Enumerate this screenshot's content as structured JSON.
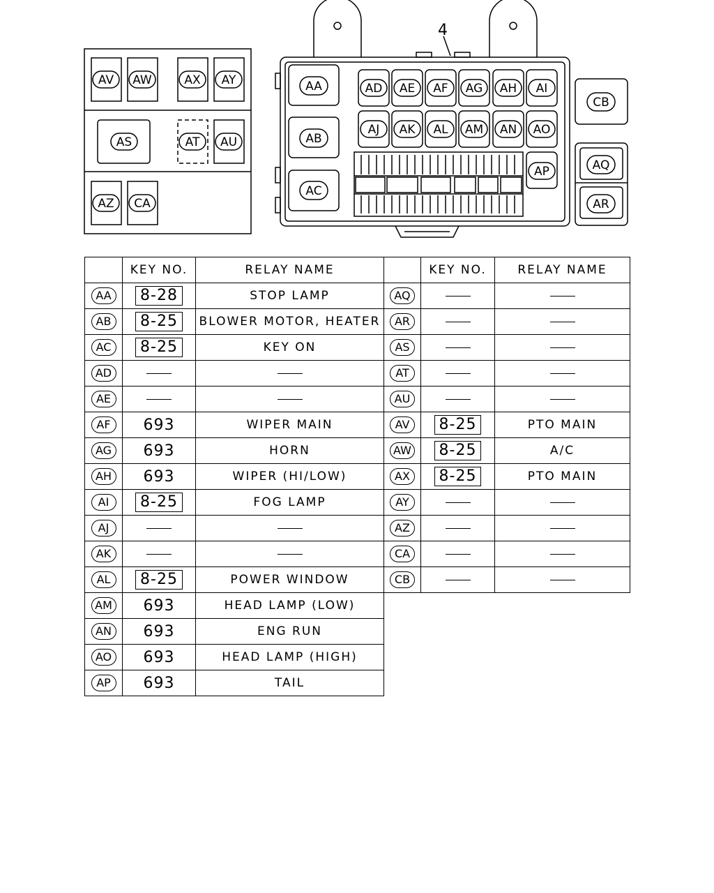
{
  "diagram": {
    "callout_number": "4",
    "left_panel_relays": [
      "AV",
      "AW",
      "AX",
      "AY",
      "AS",
      "AT",
      "AU",
      "AZ",
      "CA"
    ],
    "main_box_large_relays": [
      "AA",
      "AB",
      "AC"
    ],
    "main_box_row1": [
      "AD",
      "AE",
      "AF",
      "AG",
      "AH",
      "AI"
    ],
    "main_box_row2": [
      "AJ",
      "AK",
      "AL",
      "AM",
      "AN",
      "AO"
    ],
    "main_box_side": [
      "AP"
    ],
    "separate_relays": [
      "CB",
      "AQ",
      "AR"
    ]
  },
  "table": {
    "header_key": "KEY NO.",
    "header_relay": "RELAY NAME",
    "left_rows": [
      {
        "code": "AA",
        "key": "8-28",
        "key_boxed": true,
        "name": "STOP LAMP"
      },
      {
        "code": "AB",
        "key": "8-25",
        "key_boxed": true,
        "name": "BLOWER MOTOR, HEATER"
      },
      {
        "code": "AC",
        "key": "8-25",
        "key_boxed": true,
        "name": "KEY ON"
      },
      {
        "code": "AD",
        "key": "—",
        "key_boxed": false,
        "name": "—"
      },
      {
        "code": "AE",
        "key": "—",
        "key_boxed": false,
        "name": "—"
      },
      {
        "code": "AF",
        "key": "693",
        "key_boxed": false,
        "name": "WIPER MAIN"
      },
      {
        "code": "AG",
        "key": "693",
        "key_boxed": false,
        "name": "HORN"
      },
      {
        "code": "AH",
        "key": "693",
        "key_boxed": false,
        "name": "WIPER (HI/LOW)"
      },
      {
        "code": "AI",
        "key": "8-25",
        "key_boxed": true,
        "name": "FOG LAMP"
      },
      {
        "code": "AJ",
        "key": "—",
        "key_boxed": false,
        "name": "—"
      },
      {
        "code": "AK",
        "key": "—",
        "key_boxed": false,
        "name": "—"
      },
      {
        "code": "AL",
        "key": "8-25",
        "key_boxed": true,
        "name": "POWER WINDOW"
      },
      {
        "code": "AM",
        "key": "693",
        "key_boxed": false,
        "name": "HEAD LAMP (LOW)"
      },
      {
        "code": "AN",
        "key": "693",
        "key_boxed": false,
        "name": "ENG RUN"
      },
      {
        "code": "AO",
        "key": "693",
        "key_boxed": false,
        "name": "HEAD LAMP (HIGH)"
      },
      {
        "code": "AP",
        "key": "693",
        "key_boxed": false,
        "name": "TAIL"
      }
    ],
    "right_rows": [
      {
        "code": "AQ",
        "key": "—",
        "key_boxed": false,
        "name": "—"
      },
      {
        "code": "AR",
        "key": "—",
        "key_boxed": false,
        "name": "—"
      },
      {
        "code": "AS",
        "key": "—",
        "key_boxed": false,
        "name": "—"
      },
      {
        "code": "AT",
        "key": "—",
        "key_boxed": false,
        "name": "—"
      },
      {
        "code": "AU",
        "key": "—",
        "key_boxed": false,
        "name": "—"
      },
      {
        "code": "AV",
        "key": "8-25",
        "key_boxed": true,
        "name": "PTO MAIN"
      },
      {
        "code": "AW",
        "key": "8-25",
        "key_boxed": true,
        "name": "A/C"
      },
      {
        "code": "AX",
        "key": "8-25",
        "key_boxed": true,
        "name": "PTO MAIN"
      },
      {
        "code": "AY",
        "key": "—",
        "key_boxed": false,
        "name": "—"
      },
      {
        "code": "AZ",
        "key": "—",
        "key_boxed": false,
        "name": "—"
      },
      {
        "code": "CA",
        "key": "—",
        "key_boxed": false,
        "name": "—"
      },
      {
        "code": "CB",
        "key": "—",
        "key_boxed": false,
        "name": "—"
      }
    ]
  }
}
